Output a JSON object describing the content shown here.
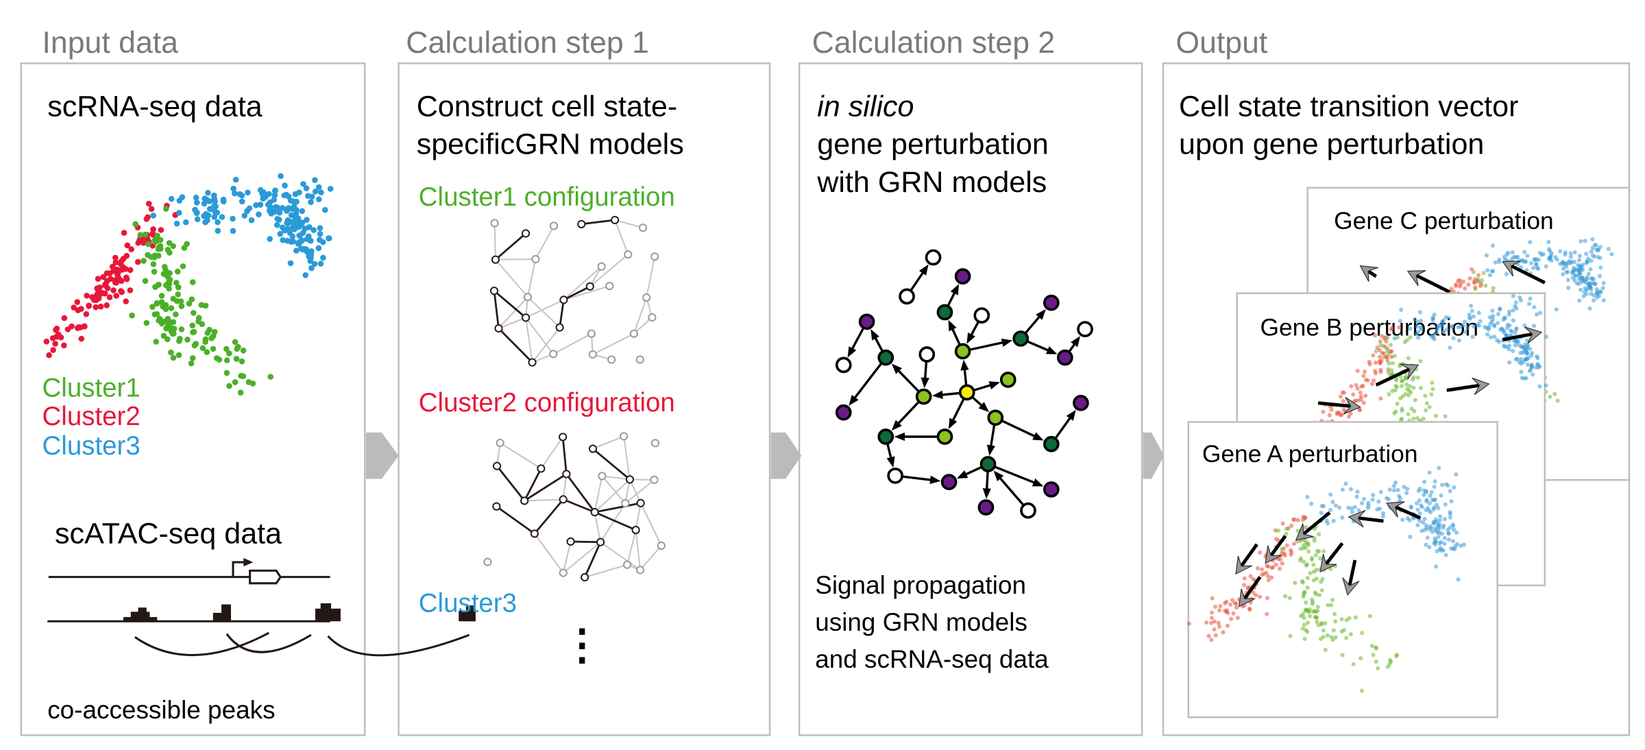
{
  "sections": [
    {
      "title": "Input data"
    },
    {
      "title": "Calculation step 1"
    },
    {
      "title": "Calculation step 2"
    },
    {
      "title": "Output"
    }
  ],
  "input": {
    "scrna_title": "scRNA-seq data",
    "legend": [
      "Cluster1",
      "Cluster2",
      "Cluster3"
    ],
    "scatac_title": "scATAC-seq data",
    "peaks_caption": "co-accessible peaks"
  },
  "step1": {
    "title_lines": [
      "Construct cell state-",
      "specificGRN models"
    ],
    "cluster1": "Cluster1 configuration",
    "cluster2": "Cluster2 configuration",
    "cluster3": "Cluster3",
    "ellipsis": "⋮"
  },
  "step2": {
    "title_italic": "in silico",
    "title_lines": [
      "gene perturbation",
      "with GRN models"
    ],
    "caption_lines": [
      "Signal propagation",
      "using GRN models",
      "and scRNA-seq data"
    ]
  },
  "output": {
    "title_lines": [
      "Cell state transition vector",
      "upon gene perturbation"
    ],
    "panels": [
      "Gene C perturbation",
      "Gene B perturbation",
      "Gene A perturbation"
    ]
  },
  "colors": {
    "cluster1": "#4caf2a",
    "cluster2": "#e8173a",
    "cluster3": "#2b9ad8",
    "cluster1_pale": "#6ab82e",
    "cluster2_pale": "#e8503a",
    "cluster3_pale": "#3a9ad9",
    "section_title": "#7a7a7a",
    "panel_border": "#bdbdbd",
    "flow_arrow": "#bbbbbb",
    "node_purple": "#6a1b8a",
    "node_dark_green": "#0b6b3a",
    "node_light_green": "#8dc21f",
    "node_yellow": "#f5e812",
    "node_white": "#ffffff",
    "vector_arrowhead": "#9a9a9a"
  }
}
